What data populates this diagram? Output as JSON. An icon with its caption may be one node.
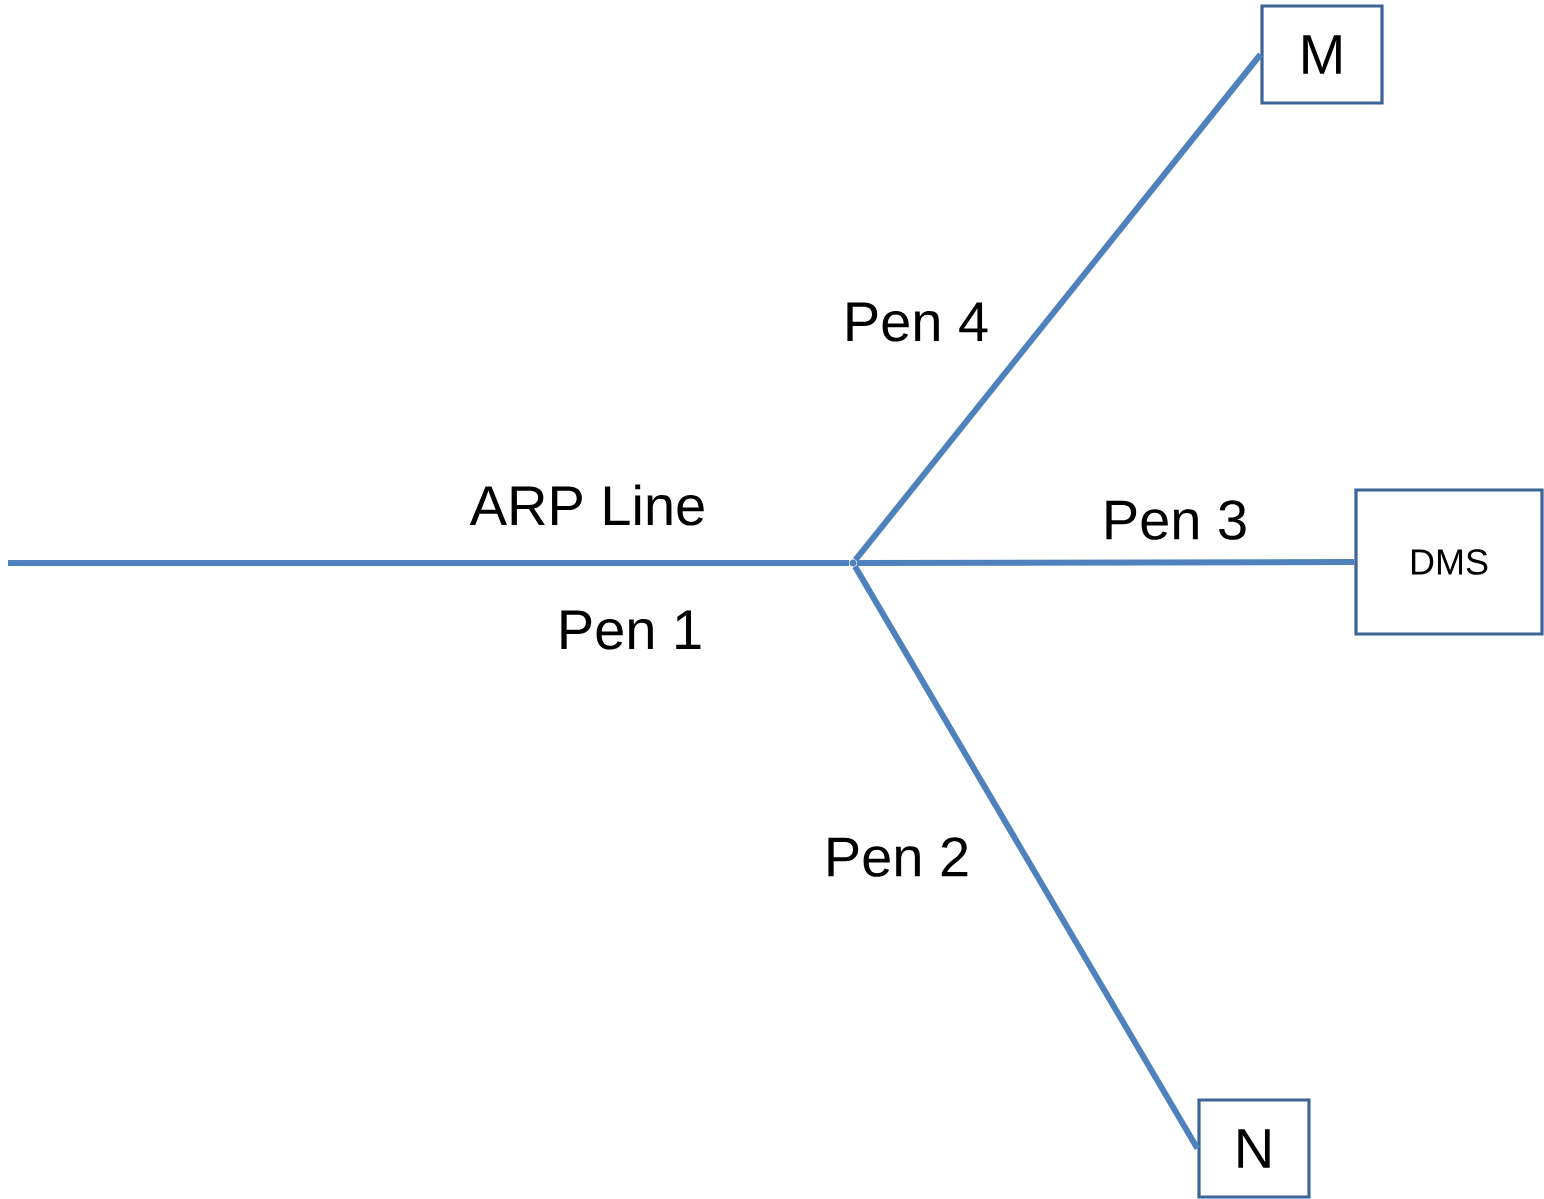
{
  "diagram": {
    "nodes": [
      {
        "text": [
          "M"
        ]
      },
      {
        "text": [
          "DMS"
        ]
      },
      {
        "text": [
          "N"
        ]
      },
      {
        "text": [],
        "shape": "point"
      }
    ],
    "edges": [
      {
        "from": null,
        "to": 3,
        "arrow": "none",
        "label": "Pen 1"
      },
      {
        "from": 3,
        "to": 0,
        "arrow": "none",
        "label": "Pen 4"
      },
      {
        "from": 3,
        "to": 1,
        "arrow": "none",
        "label": "Pen 3"
      },
      {
        "from": 3,
        "to": 2,
        "arrow": "none",
        "label": "Pen 2"
      }
    ],
    "labels": [
      "ARP Line"
    ]
  }
}
